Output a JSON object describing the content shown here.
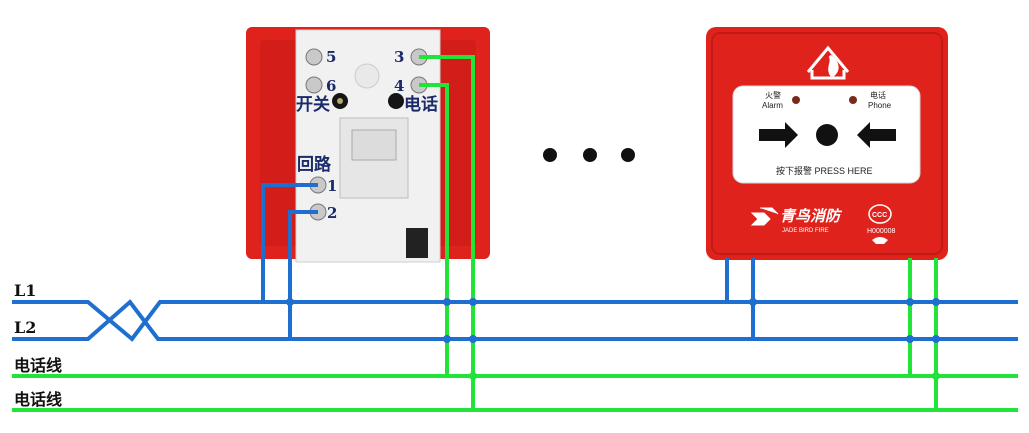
{
  "lines": {
    "l1": "L1",
    "l2": "L2",
    "phone1": "电话线",
    "phone2": "电话线"
  },
  "base": {
    "terminals": [
      "5",
      "6",
      "3",
      "4",
      "1",
      "2"
    ],
    "label_switch": "开关",
    "label_phone": "电话",
    "label_loop": "回路"
  },
  "ellipsis": "• • •",
  "call_point": {
    "alarm_cn": "火警",
    "alarm_en": "Alarm",
    "phone_cn": "电话",
    "phone_en": "Phone",
    "press_text": "按下报警  PRESS HERE",
    "brand_cn": "青鸟消防",
    "brand_en": "JADE BIRD FIRE",
    "cert": "H000008"
  },
  "colors": {
    "bus": "#1f6fd1",
    "phone_wire": "#22e33a",
    "housing": "#e0221c",
    "housing_dark": "#c41a16"
  }
}
